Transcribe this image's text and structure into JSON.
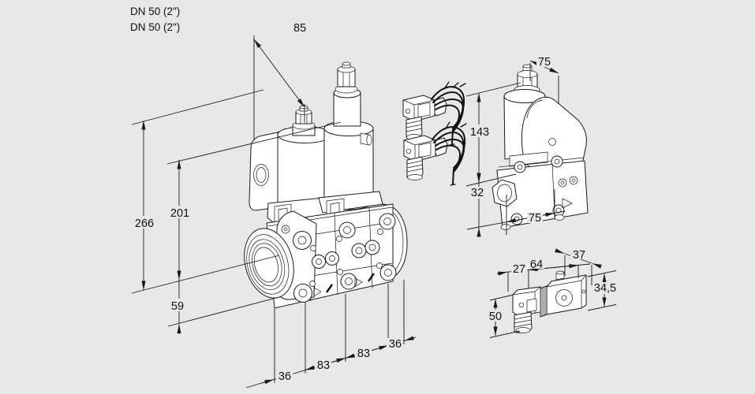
{
  "drawing_title": "valve-dimensional-drawing",
  "colors": {
    "background": "#e8e8e8",
    "line": "#1a1a1a",
    "body_fill": "#ffffff"
  },
  "labels": {
    "port_size_1": "DN 50 (2\")",
    "port_size_2": "DN 50 (2\")"
  },
  "main_view": {
    "name": "double-solenoid-valve-isometric",
    "dim_width_top": "85",
    "dim_height_total": "266",
    "dim_height_upper": "201",
    "dim_height_port": "59",
    "dim_bottom": [
      "36",
      "83",
      "83",
      "36"
    ]
  },
  "side_view": {
    "name": "single-valve-side-view",
    "dim_depth_top": "75",
    "dim_height_coil": "143",
    "dim_height_body": "32",
    "dim_width_bottom": "75"
  },
  "detail_view": {
    "name": "cable-plug-unit-detail",
    "dim_plug_width": "27",
    "dim_body_length": "64",
    "dim_depth": "37",
    "dim_height": "34,5",
    "dim_plug_height": "50"
  }
}
